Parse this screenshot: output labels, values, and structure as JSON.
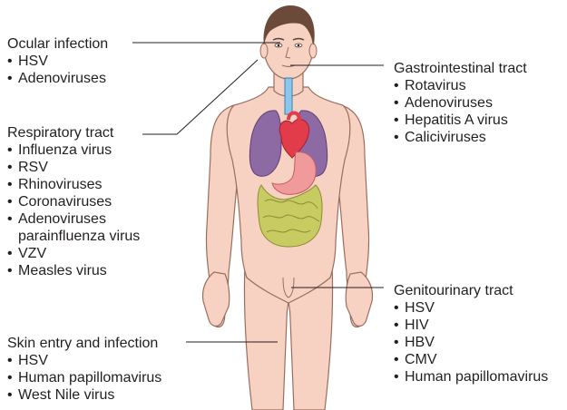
{
  "groups": {
    "ocular": {
      "title": "Ocular infection",
      "items": [
        "HSV",
        "Adenoviruses"
      ]
    },
    "respiratory": {
      "title": "Respiratory tract",
      "items": [
        "Influenza virus",
        "RSV",
        "Rhinoviruses",
        "Coronaviruses",
        "Adenoviruses",
        "parainfluenza virus",
        "VZV",
        "Measles virus"
      ]
    },
    "skin": {
      "title": "Skin entry and infection",
      "items": [
        "HSV",
        "Human papillomavirus",
        "West Nile virus"
      ]
    },
    "gastrointestinal": {
      "title": "Gastrointestinal tract",
      "items": [
        "Rotavirus",
        "Adenoviruses",
        "Hepatitis A virus",
        "Caliciviruses"
      ]
    },
    "genitourinary": {
      "title": "Genitourinary tract",
      "items": [
        "HSV",
        "HIV",
        "HBV",
        "CMV",
        "Human papillomavirus"
      ]
    }
  },
  "colors": {
    "skin": "#f7d1c1",
    "skin_outline": "#9a6e5e",
    "hair": "#6b4a3a",
    "lung": "#8e6aa5",
    "heart": "#e23b4a",
    "stomach": "#f19a9c",
    "intestine": "#c7cb62",
    "trachea": "#8cc7ea",
    "leader_line": "#231f20",
    "text": "#231f20"
  }
}
